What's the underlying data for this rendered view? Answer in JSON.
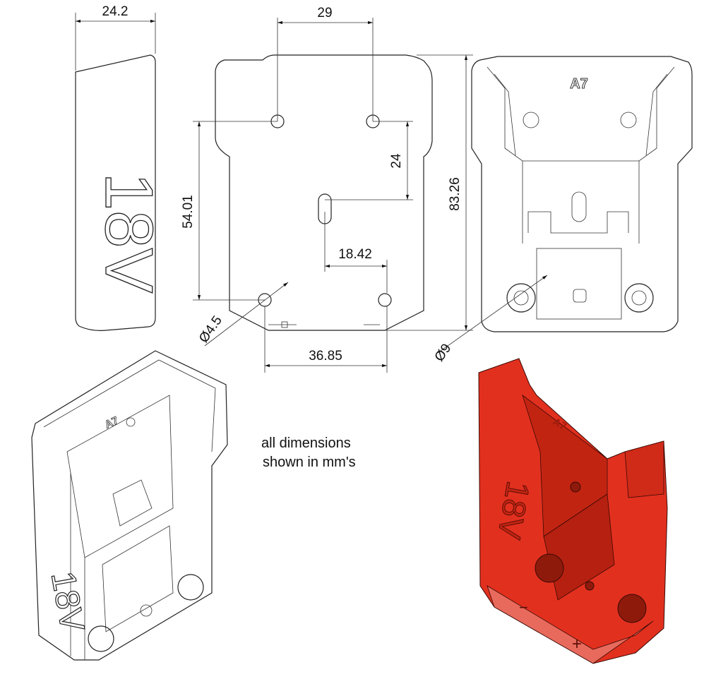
{
  "dimensions": {
    "side_width": "24.2",
    "hole_spacing_top": "29",
    "slot_offset": "24",
    "hole_vertical": "54.01",
    "total_height": "83.26",
    "slot_horizontal": "18.42",
    "hole_diameter_small": "Ø4.5",
    "hole_diameter_large": "Ø9",
    "hole_spacing_bottom": "36.85"
  },
  "labels": {
    "model_code": "A7",
    "voltage": "18V",
    "polarity_minus": "−",
    "polarity_plus": "+"
  },
  "note": {
    "line1": "all dimensions",
    "line2": "shown in mm's"
  },
  "colors": {
    "render": "#e2301f",
    "line": "#222222"
  }
}
